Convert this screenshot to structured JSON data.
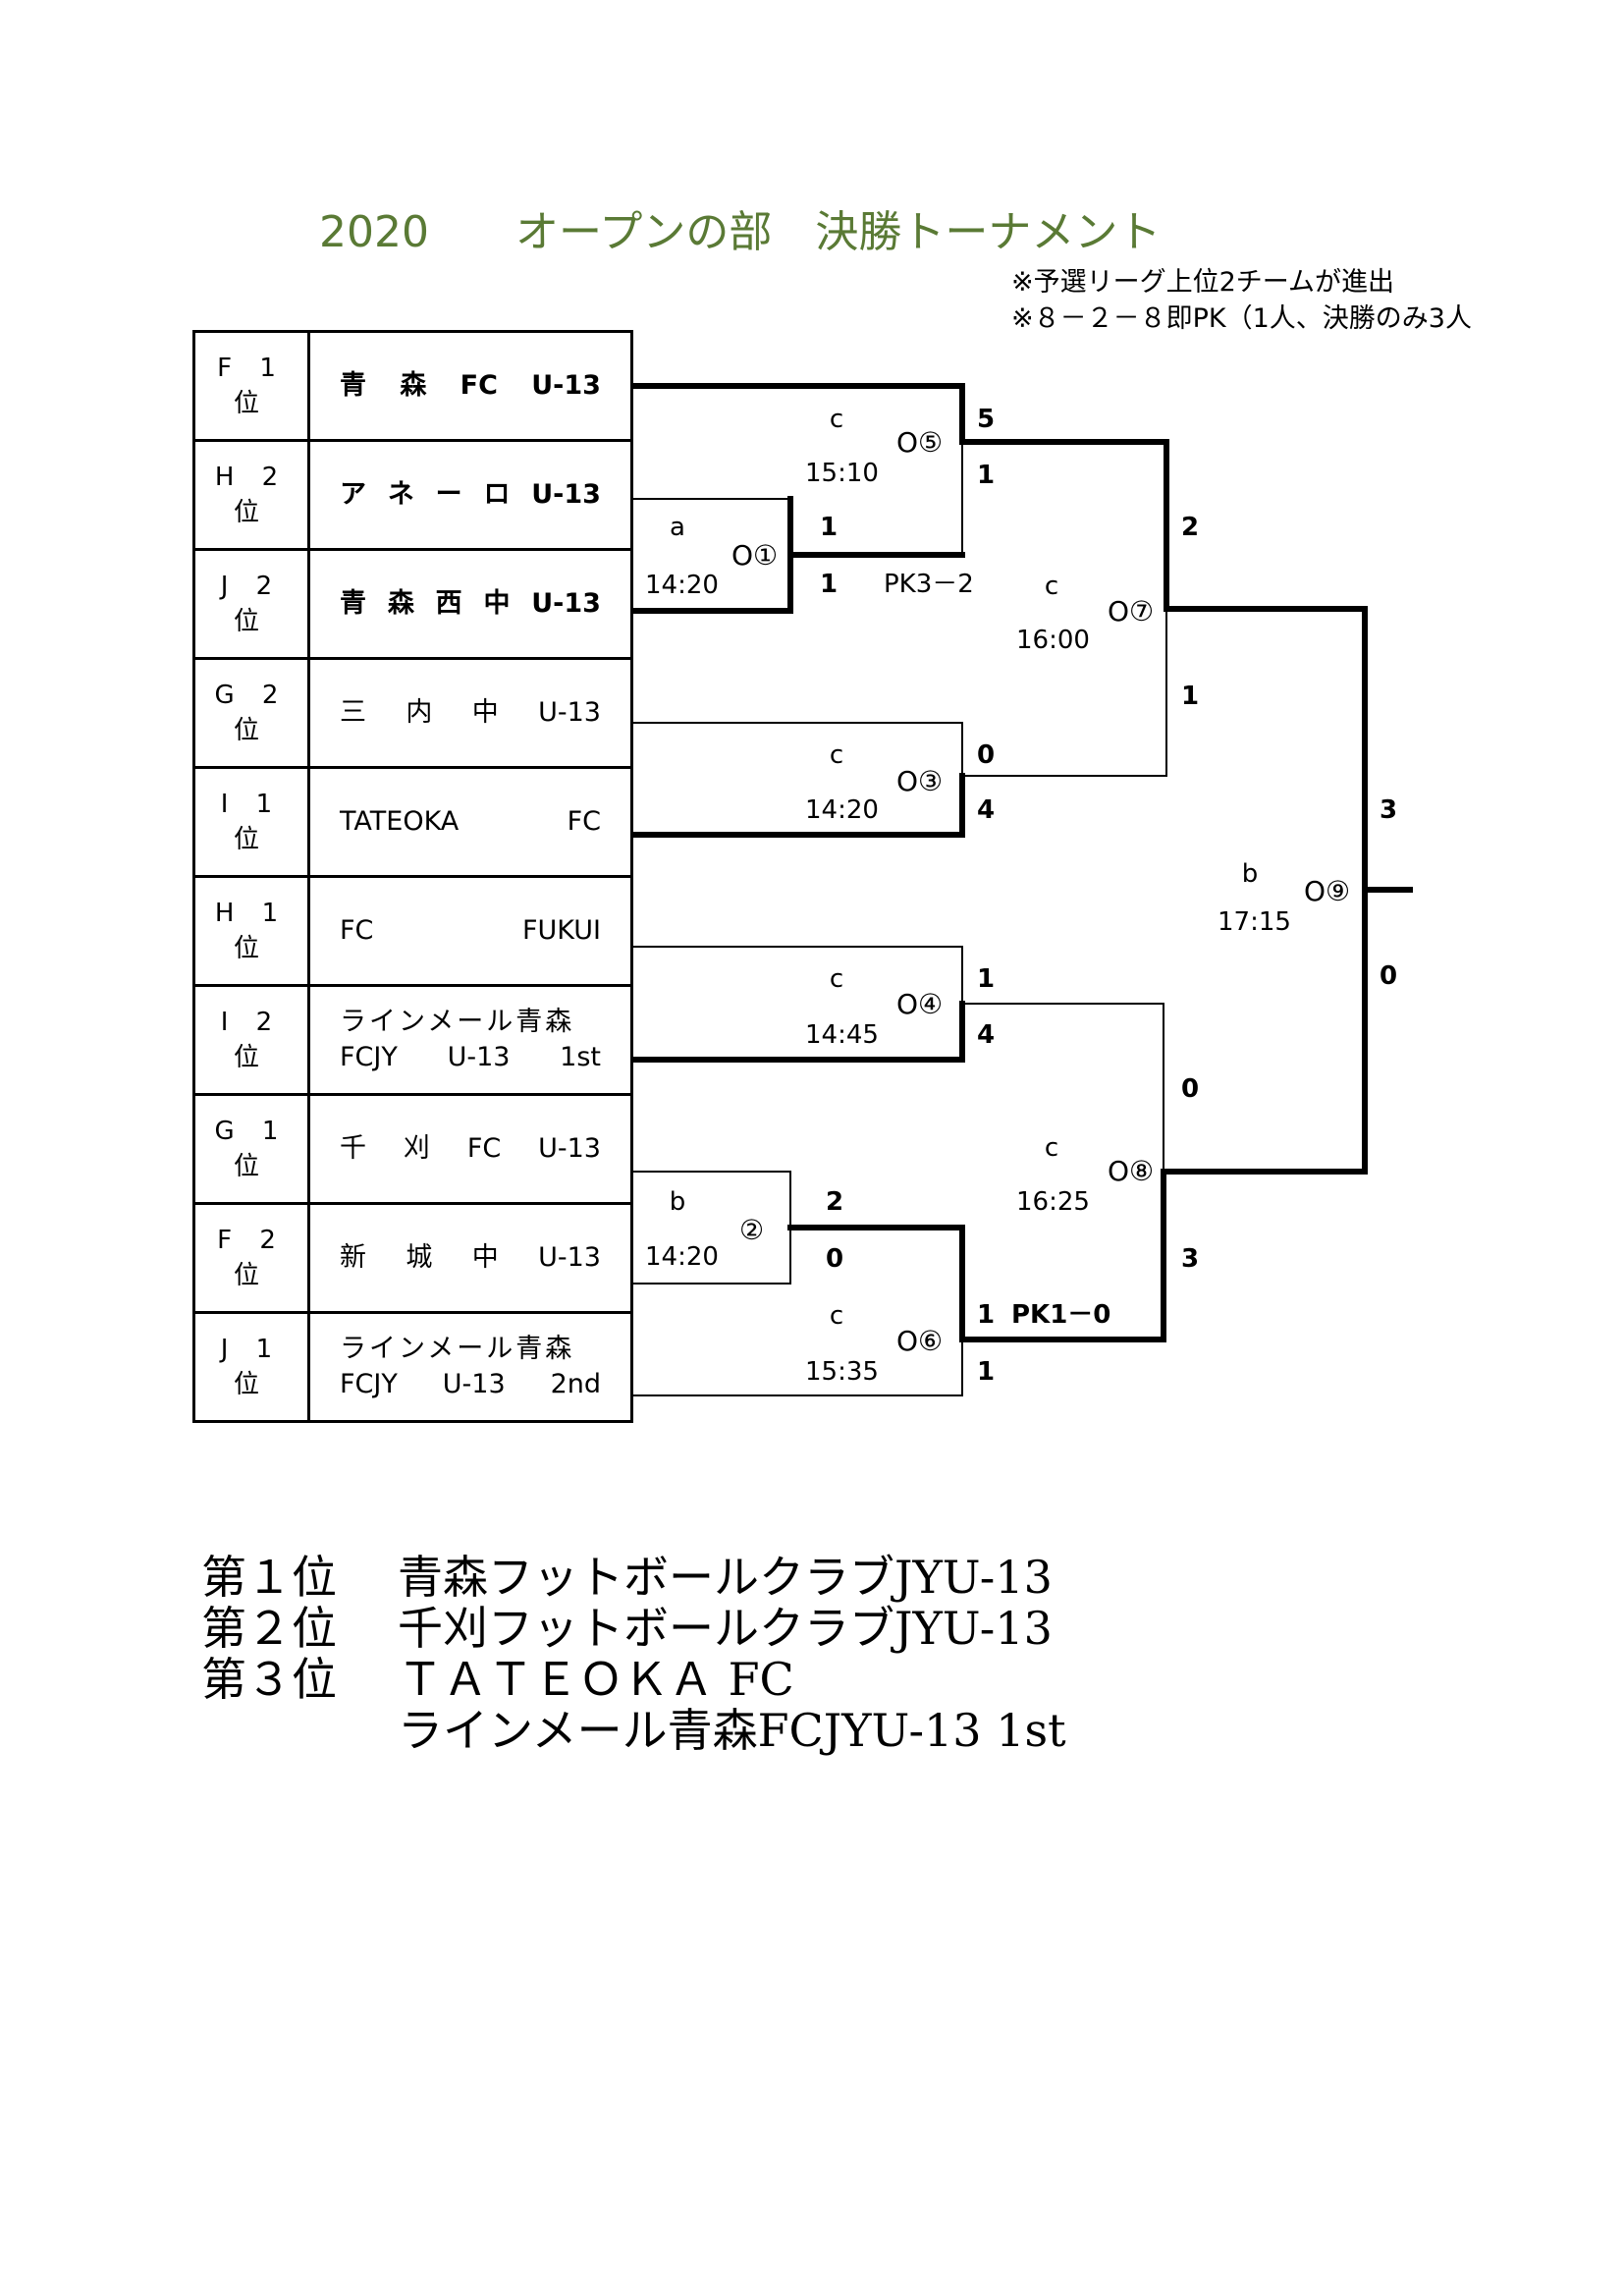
{
  "header": {
    "title": "2020　　オープンの部　決勝トーナメント",
    "notes": [
      "※予選リーグ上位2チームが進出",
      "※８－２－８即PK（1人、決勝のみ3人"
    ]
  },
  "seeds": [
    {
      "rank": "F 1 位",
      "name_lines": [
        [
          "青",
          "森",
          "FC",
          "U-13"
        ]
      ],
      "bold": true
    },
    {
      "rank": "H 2 位",
      "name_lines": [
        [
          "ア",
          "ネ",
          "ー",
          "ロ",
          "U-13"
        ]
      ],
      "bold": true
    },
    {
      "rank": "J 2 位",
      "name_lines": [
        [
          "青",
          "森",
          "西",
          "中",
          "U-13"
        ]
      ],
      "bold": true
    },
    {
      "rank": "G 2 位",
      "name_lines": [
        [
          "三",
          "内",
          "中",
          "U-13"
        ]
      ],
      "bold": false
    },
    {
      "rank": "I 1 位",
      "name_lines": [
        [
          "TATEOKA",
          "FC"
        ]
      ],
      "bold": false
    },
    {
      "rank": "H 1 位",
      "name_lines": [
        [
          "FC",
          "FUKUI"
        ]
      ],
      "bold": false
    },
    {
      "rank": "I 2 位",
      "name_lines": [
        [
          "ラインメール青森"
        ],
        [
          "FCJY",
          "U-13",
          "1st"
        ]
      ],
      "bold": false
    },
    {
      "rank": "G 1 位",
      "name_lines": [
        [
          "千",
          "刈",
          "FC",
          "U-13"
        ]
      ],
      "bold": false
    },
    {
      "rank": "F 2 位",
      "name_lines": [
        [
          "新",
          "城",
          "中",
          "U-13"
        ]
      ],
      "bold": false
    },
    {
      "rank": "J 1 位",
      "name_lines": [
        [
          "ラインメール青森"
        ],
        [
          "FCJY",
          "U-13",
          "2nd"
        ]
      ],
      "bold": false
    }
  ],
  "matches": [
    {
      "court": "a",
      "number": "O①",
      "time": "14:20",
      "score_top": "1",
      "score_bottom": "1",
      "note": "PK3－2"
    },
    {
      "court": "b",
      "number": "②",
      "time": "14:20",
      "score_top": "2",
      "score_bottom": "0"
    },
    {
      "court": "c",
      "number": "O③",
      "time": "14:20",
      "score_top": "0",
      "score_bottom": "4"
    },
    {
      "court": "c",
      "number": "O④",
      "time": "14:45",
      "score_top": "1",
      "score_bottom": "4"
    },
    {
      "court": "c",
      "number": "O⑤",
      "time": "15:10",
      "score_top": "5",
      "score_bottom": "1"
    },
    {
      "court": "c",
      "number": "O⑥",
      "time": "15:35",
      "score_top": "1",
      "score_bottom": "1",
      "note": "PK1－0"
    },
    {
      "court": "c",
      "number": "O⑦",
      "time": "16:00",
      "score_top": "2",
      "score_bottom": "1"
    },
    {
      "court": "c",
      "number": "O⑧",
      "time": "16:25",
      "score_top": "0",
      "score_bottom": "3"
    },
    {
      "court": "b",
      "number": "O⑨",
      "time": "17:15",
      "score_top": "3",
      "score_bottom": "0"
    }
  ],
  "results": [
    {
      "place": "第１位",
      "team": "青森フットボールクラブJYU-13"
    },
    {
      "place": "第２位",
      "team": "千刈フットボールクラブJYU-13"
    },
    {
      "place": "第３位",
      "team": "ＴＡＴＥＯＫＡ FC"
    },
    {
      "place": "",
      "team": "ラインメール青森FCJYU-13 1st"
    }
  ],
  "colors": {
    "title": "#5a7a35",
    "line": "#000000"
  }
}
